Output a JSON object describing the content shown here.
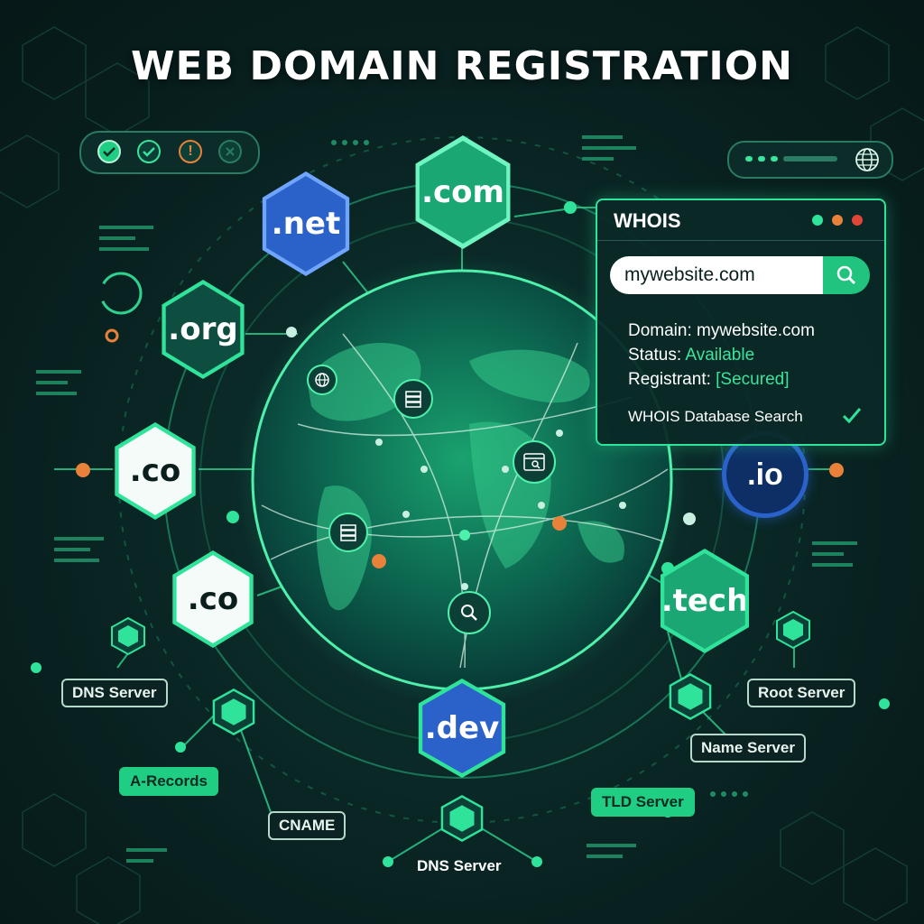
{
  "title": "WEB DOMAIN REGISTRATION",
  "colors": {
    "accent": "#2fe39a",
    "background": "#0a2a28",
    "net_blue": "#2b62c9",
    "warning_orange": "#e8813a"
  },
  "domains": {
    "com": ".com",
    "net": ".net",
    "org": ".org",
    "co_top": ".co",
    "co_bottom": ".co",
    "io": ".io",
    "tech": ".tech",
    "dev": ".dev"
  },
  "whois": {
    "title": "WHOIS",
    "search_value": "mywebsite.com",
    "domain_label": "Domain:",
    "domain_value": "mywebsite.com",
    "status_label": "Status:",
    "status_value": "Available",
    "registrant_label": "Registrant:",
    "registrant_value": "[Secured]",
    "footer": "WHOIS Database Search"
  },
  "labels": {
    "dns_server_left": "DNS Server",
    "a_records": "A-Records",
    "cname": "CNAME",
    "dns_server_bottom": "DNS Server",
    "root_server": "Root Server",
    "name_server": "Name Server",
    "tld_server": "TLD Server"
  },
  "icons": {
    "status": [
      "check-icon",
      "check-icon",
      "warning-icon",
      "close-icon"
    ],
    "globe": "globe-icon",
    "search": "search-icon",
    "server": "server-icon",
    "browser": "browser-icon",
    "cube": "cube-icon"
  }
}
